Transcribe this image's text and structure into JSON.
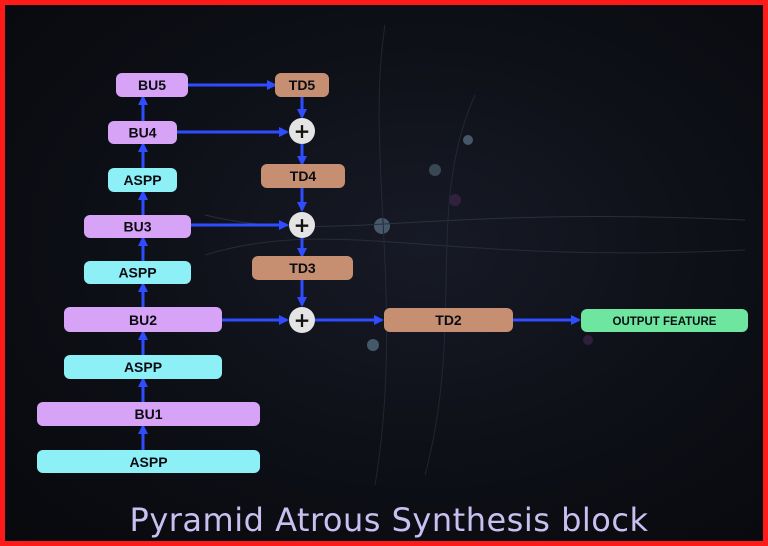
{
  "title": "Pyramid Atrous Synthesis block",
  "colors": {
    "bu": "#d7a3f7",
    "aspp": "#8ef0f7",
    "td": "#c68f72",
    "output": "#6ee6a0",
    "arrow": "#2f4cff",
    "plus_bg": "#e4e4e4",
    "frame": "#ff1a1a"
  },
  "nodes": {
    "bu5": "BU5",
    "bu4": "BU4",
    "aspp_top": "ASPP",
    "bu3": "BU3",
    "aspp_mid": "ASPP",
    "bu2": "BU2",
    "aspp_low": "ASPP",
    "bu1": "BU1",
    "aspp_bottom": "ASPP",
    "td5": "TD5",
    "td4": "TD4",
    "td3": "TD3",
    "td2": "TD2",
    "output": "OUTPUT FEATURE"
  },
  "plus_symbol": "+"
}
